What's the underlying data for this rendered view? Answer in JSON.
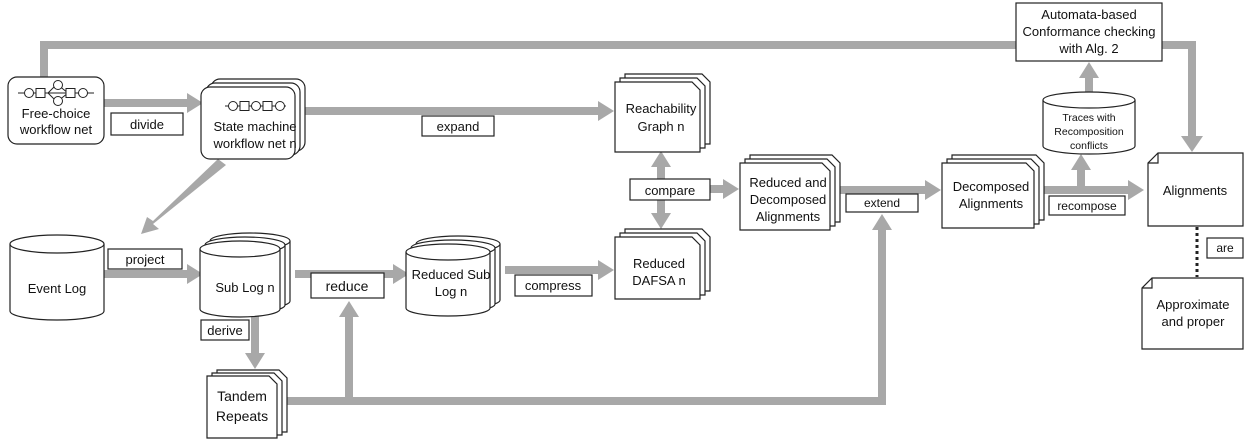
{
  "nodes": {
    "free_choice": [
      "Free-choice",
      "workflow net"
    ],
    "state_machine": [
      "State machine",
      "workflow net n"
    ],
    "event_log": "Event Log",
    "sub_log": "Sub Log n",
    "reduced_sub_log": [
      "Reduced Sub",
      "Log n"
    ],
    "tandem_repeats": [
      "Tandem",
      "Repeats"
    ],
    "reachability_graph": [
      "Reachability",
      "Graph n"
    ],
    "reduced_dafsa": [
      "Reduced",
      "DAFSA n"
    ],
    "reduced_decomposed_alignments": [
      "Reduced and",
      "Decomposed",
      "Alignments"
    ],
    "decomposed_alignments": [
      "Decomposed",
      "Alignments"
    ],
    "traces_conflicts": [
      "Traces with",
      "Recomposition",
      "conflicts"
    ],
    "automata_checking": [
      "Automata-based",
      "Conformance checking",
      "with Alg. 2"
    ],
    "alignments": "Alignments",
    "approximate_proper": [
      "Approximate",
      "and proper"
    ]
  },
  "edge_labels": {
    "divide": "divide",
    "expand": "expand",
    "project": "project",
    "reduce": "reduce",
    "compress": "compress",
    "derive": "derive",
    "compare": "compare",
    "extend": "extend",
    "recompose": "recompose",
    "are": "are"
  },
  "colors": {
    "arrow": "#a8a8a8",
    "stroke": "#222222",
    "background": "#ffffff"
  }
}
